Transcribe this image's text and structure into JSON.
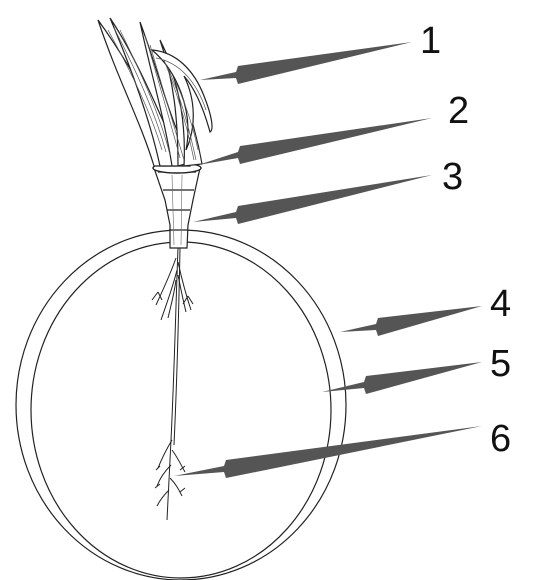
{
  "labels": {
    "l1": "1",
    "l2": "2",
    "l3": "3",
    "l4": "4",
    "l5": "5",
    "l6": "6"
  },
  "colors": {
    "ink": "#111111",
    "hatch": "#555555",
    "background": "#ffffff"
  }
}
